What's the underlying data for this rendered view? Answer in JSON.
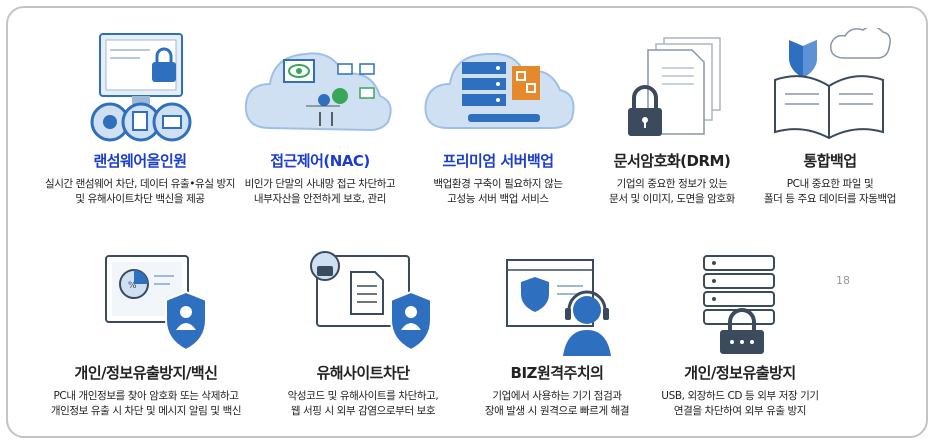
{
  "page_number": "18",
  "colors": {
    "accent_blue": "#1a3ccf",
    "icon_blue": "#2f6fc0",
    "light_blue": "#cfe0f3",
    "orange": "#e6892a"
  },
  "top_row": [
    {
      "title": "랜섬웨어올인원",
      "desc1": "실시간  랜섬웨어 차단, 데이터 유출•유실 방지",
      "desc2": "및 유해사이트차단 백신을 제공",
      "icon": "ransomware-monitor-lock-icon",
      "highlight": true
    },
    {
      "title": "접근제어(NAC)",
      "desc1": "비인가 단말의 사내망 접근 차단하고",
      "desc2": "내부자산을 안전하게 보호, 관리",
      "icon": "network-cloud-eye-icon",
      "highlight": true
    },
    {
      "title": "프리미엄 서버백업",
      "desc1": "백업환경 구축이 필요하지 않는",
      "desc2": "고성능 서버 백업 서비스",
      "icon": "server-cloud-icon",
      "highlight": true
    },
    {
      "title": "문서암호화(DRM)",
      "desc1": "기업의 중요한 정보가 있는",
      "desc2": "문서 및 이미지, 도면을 암호화",
      "icon": "document-lock-icon",
      "highlight": false
    },
    {
      "title": "통합백업",
      "desc1": "PC내  중요한 파일 및",
      "desc2": "폴더 등 주요 데이터를 자동백업",
      "icon": "book-shield-cloud-icon",
      "highlight": false
    }
  ],
  "bottom_row": [
    {
      "title": "개인/정보유출방지/백신",
      "desc1": "PC내 개인정보를 찾아 암호화 또는 삭제하고",
      "desc2": "개인정보 유출 시 차단 및 메시지 알림 및 백신",
      "icon": "monitor-chart-user-shield-icon"
    },
    {
      "title": "유해사이트차단",
      "desc1": "악성코드 및 유해사이트를 차단하고,",
      "desc2": "웹 서핑 시 외부 감염으로부터 보호",
      "icon": "monitor-document-shield-icon"
    },
    {
      "title": "BIZ원격주치의",
      "desc1": "기업에서 사용하는 기기 점검과",
      "desc2": "장애  발생 시  원격으로 빠르게 해결",
      "icon": "remote-support-headset-icon"
    },
    {
      "title": "개인/정보유출방지",
      "desc1": "USB, 외장하드 CD 등 외부 저장 기기",
      "desc2": "연결을 차단하여 외부 유출 방지",
      "icon": "server-lock-icon"
    }
  ]
}
